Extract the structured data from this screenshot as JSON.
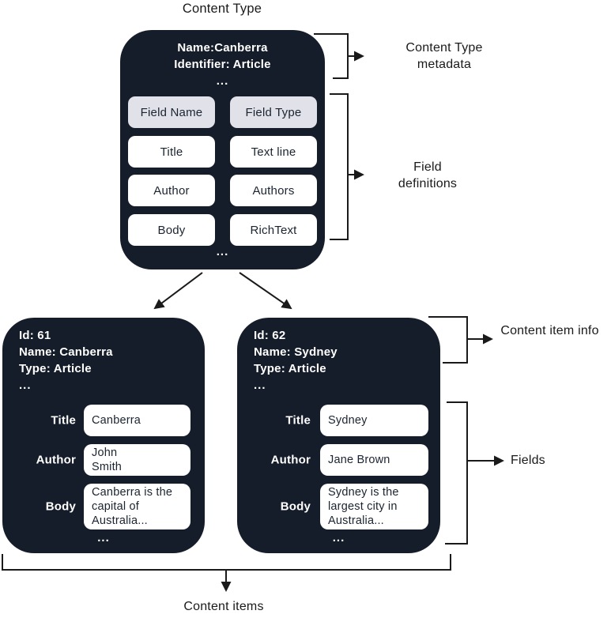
{
  "title": "Content Type",
  "colors": {
    "box_bg": "#161d2a",
    "header_cell_bg": "#e1e2e9",
    "value_cell_bg": "#ffffff",
    "line": "#1a1a1a"
  },
  "content_type_box": {
    "name": "Name:Canberra",
    "identifier": "Identifier: Article",
    "ellipsis": "...",
    "field_table": {
      "headers": [
        "Field Name",
        "Field Type"
      ],
      "rows": [
        [
          "Title",
          "Text line"
        ],
        [
          "Author",
          "Authors"
        ],
        [
          "Body",
          "RichText"
        ]
      ]
    },
    "bottom_ellipsis": "..."
  },
  "content_items": [
    {
      "id": "Id: 61",
      "name": "Name: Canberra",
      "type": "Type: Article",
      "ellipsis": "...",
      "fields": [
        {
          "label": "Title",
          "value": "Canberra"
        },
        {
          "label": "Author",
          "value": "John\nSmith"
        },
        {
          "label": "Body",
          "value": "Canberra is the capital of Australia..."
        }
      ],
      "bottom_ellipsis": "..."
    },
    {
      "id": "Id: 62",
      "name": "Name: Sydney",
      "type": "Type: Article",
      "ellipsis": "...",
      "fields": [
        {
          "label": "Title",
          "value": "Sydney"
        },
        {
          "label": "Author",
          "value": "Jane Brown"
        },
        {
          "label": "Body",
          "value": "Sydney is the largest city in Australia..."
        }
      ],
      "bottom_ellipsis": "..."
    }
  ],
  "annotations": {
    "content_type_metadata": "Content Type metadata",
    "field_definitions": "Field definitions",
    "content_item_info": "Content item info",
    "fields": "Fields",
    "content_items": "Content items"
  }
}
